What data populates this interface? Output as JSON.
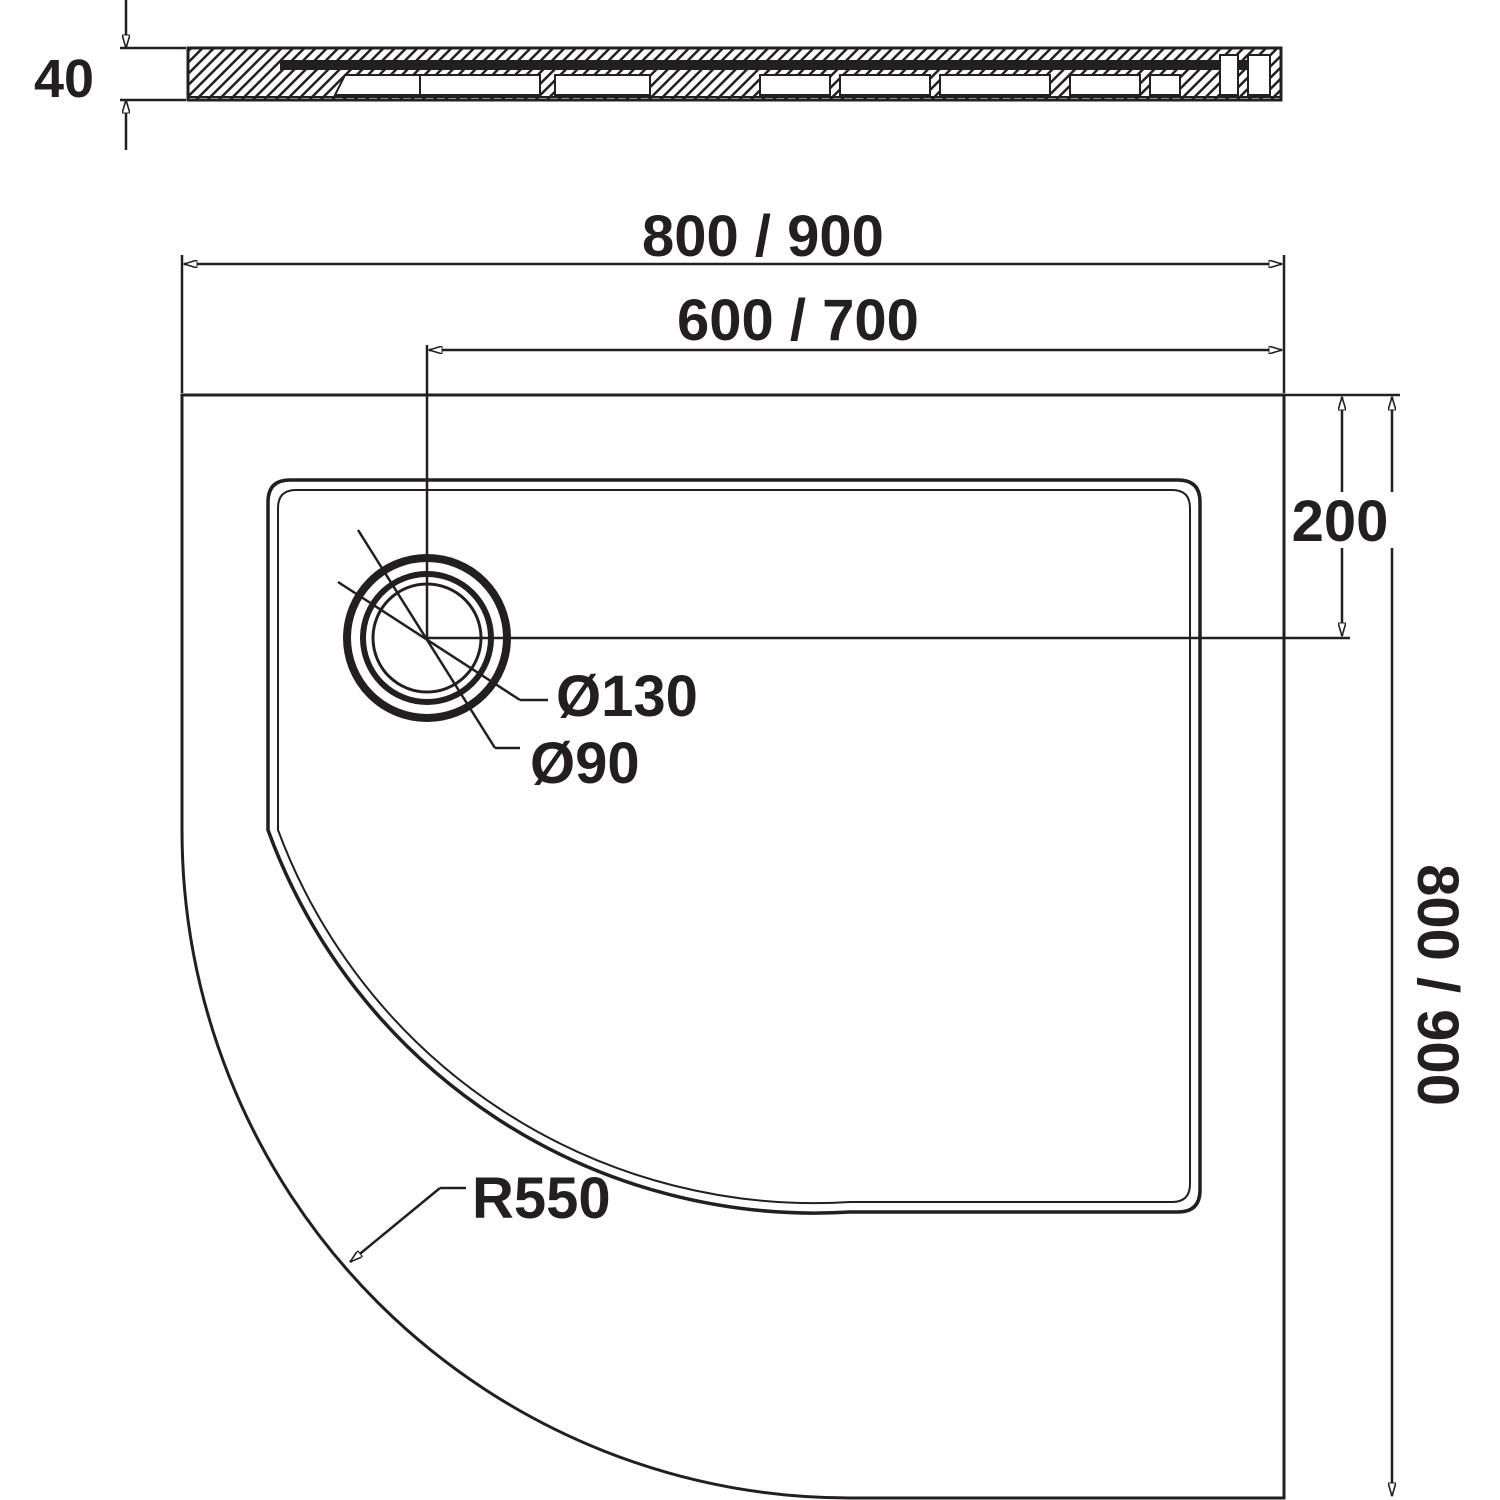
{
  "labels": {
    "height": "40",
    "outer_width": "800 / 900",
    "inner_width": "600 / 700",
    "drain_offset": "200",
    "drain_outer": "Ø130",
    "drain_inner": "Ø90",
    "radius": "R550",
    "outer_depth": "800 / 900"
  },
  "colors": {
    "line": "#231f20",
    "background": "#ffffff"
  }
}
